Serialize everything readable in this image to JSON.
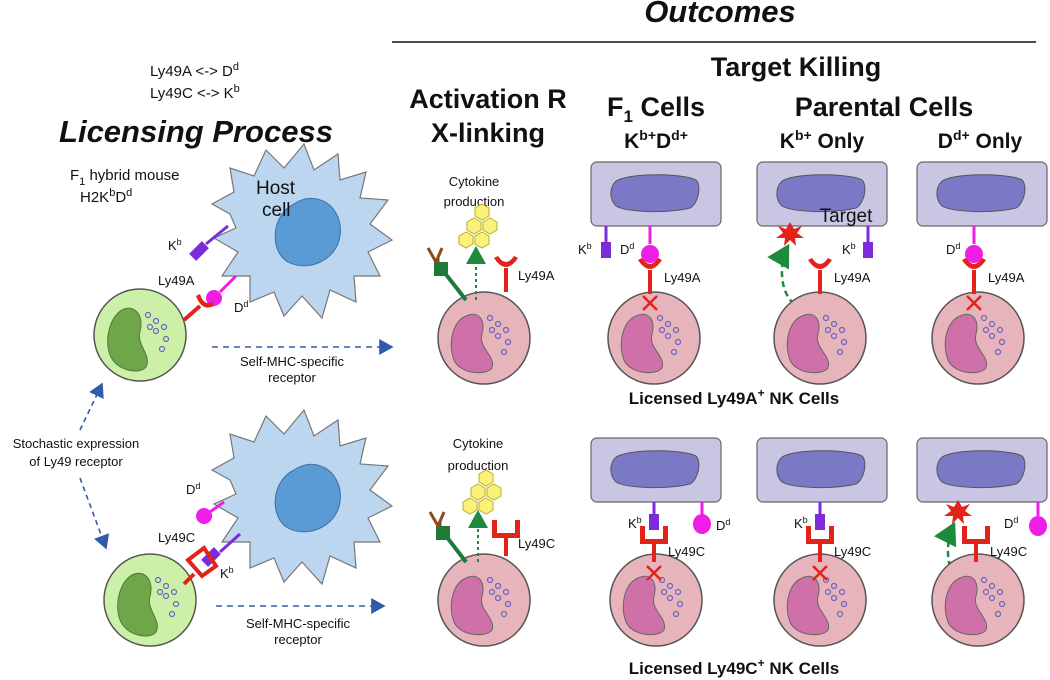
{
  "header": {
    "outcomes": "Outcomes"
  },
  "licensing": {
    "pair1": "Ly49A <-> D",
    "pair1_sup": "d",
    "pair2": "Ly49C <-> K",
    "pair2_sup": "b",
    "title": "Licensing Process",
    "mouse_line1": "F",
    "mouse_line1_sub": "1",
    "mouse_line1_rest": " hybrid mouse",
    "mouse_line2": "H2K",
    "mouse_line2_sup1": "b",
    "mouse_line2_mid": "D",
    "mouse_line2_sup2": "d",
    "host_cell": "Host",
    "host_cell2": "cell",
    "stochastic1": "Stochastic expression",
    "stochastic2": "of Ly49 receptor",
    "self_mhc1": "Self-MHC-specific",
    "self_mhc2": "receptor"
  },
  "labels": {
    "kb": "K",
    "kb_sup": "b",
    "dd": "D",
    "dd_sup": "d",
    "ly49a": "Ly49A",
    "ly49c": "Ly49C",
    "target": "Target",
    "cytokine1": "Cytokine",
    "cytokine2": "production"
  },
  "columns": {
    "activation1": "Activation R",
    "activation2": "X-linking",
    "target_killing": "Target Killing",
    "f1": "F",
    "f1_sub": "1",
    "f1_rest": " Cells",
    "parental": "Parental Cells",
    "f1_sub_label_k": "K",
    "f1_sub_label_b": "b+",
    "f1_sub_label_d": "D",
    "f1_sub_label_dd": "d+",
    "kb_only": "K",
    "kb_only_sup": "b+",
    "kb_only_rest": " Only",
    "dd_only": "D",
    "dd_only_sup": "d+",
    "dd_only_rest": " Only"
  },
  "rows": {
    "licensed_a": "Licensed Ly49A",
    "licensed_a_sup": "+",
    "licensed_a_rest": " NK Cells",
    "licensed_c": "Licensed Ly49C",
    "licensed_c_sup": "+",
    "licensed_c_rest": " NK Cells"
  },
  "colors": {
    "nk_green": "#cdf0a8",
    "nk_nucleus": "#6fa64a",
    "host_blue": "#bcd6ef",
    "host_nucleus": "#5b9bd5",
    "nk_pink": "#e8b4bc",
    "nk_pink_nucleus": "#d070a8",
    "target_box": "#c9c6e4",
    "target_nucleus": "#7b79c6",
    "ly49_red": "#e2231a",
    "mhc_magenta": "#ee1ee6",
    "mhc_purple": "#7b2bd8",
    "cytokine_yellow": "#fbf27a",
    "arrow_green": "#1e8a3c",
    "dashed_blue": "#2e5caa",
    "activation_green": "#1f7a3a",
    "activation_brown": "#8a4b1a"
  }
}
